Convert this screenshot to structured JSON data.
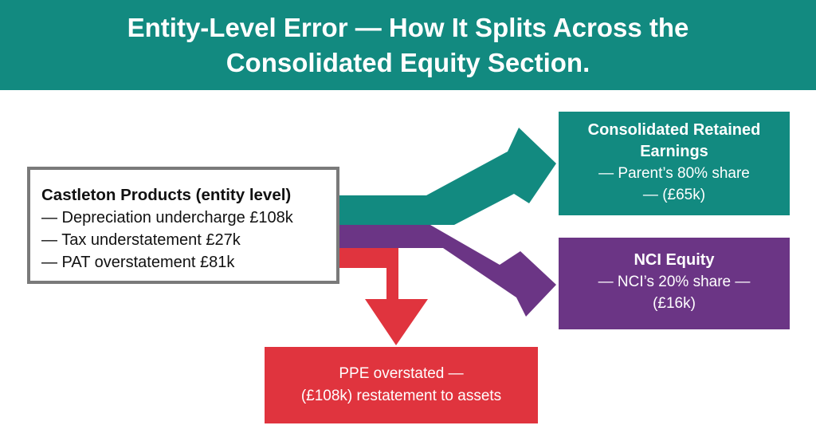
{
  "title": "Entity-Level Error — How It Splits Across the Consolidated Equity Section.",
  "source": {
    "heading": "Castleton Products (entity level)",
    "lines": [
      "— Depreciation undercharge £108k",
      "— Tax understatement £27k",
      "— PAT overstatement £81k"
    ]
  },
  "retained_earnings": {
    "heading": "Consolidated Retained Earnings",
    "line1": "— Parent’s 80% share",
    "line2": "— (£65k)"
  },
  "nci": {
    "heading": "NCI Equity",
    "line1": "— NCI’s 20% share —",
    "line2": "(£16k)"
  },
  "ppe": {
    "line1": "PPE overstated —",
    "line2": "(£108k) restatement to assets"
  },
  "colors": {
    "teal": "#128a80",
    "purple": "#6b3585",
    "red": "#e0343e",
    "border_gray": "#7a7a7a"
  }
}
